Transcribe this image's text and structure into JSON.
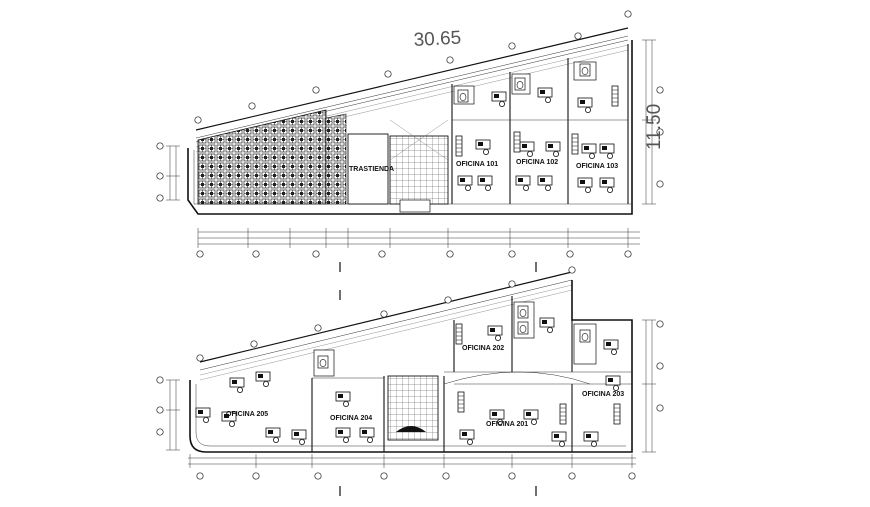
{
  "dimensions": {
    "top_length": "30.65",
    "side_length": "11.50"
  },
  "rooms_floor1": {
    "trastienda": "TRASTIENDA",
    "oficina_101": "OFICINA 101",
    "oficina_102": "OFICINA 102",
    "oficina_103": "OFICINA 103"
  },
  "rooms_floor2": {
    "oficina_201": "OFICINA 201",
    "oficina_202": "OFICINA 202",
    "oficina_203": "OFICINA 203",
    "oficina_204": "OFICINA 204",
    "oficina_205": "OFICINA 205"
  }
}
